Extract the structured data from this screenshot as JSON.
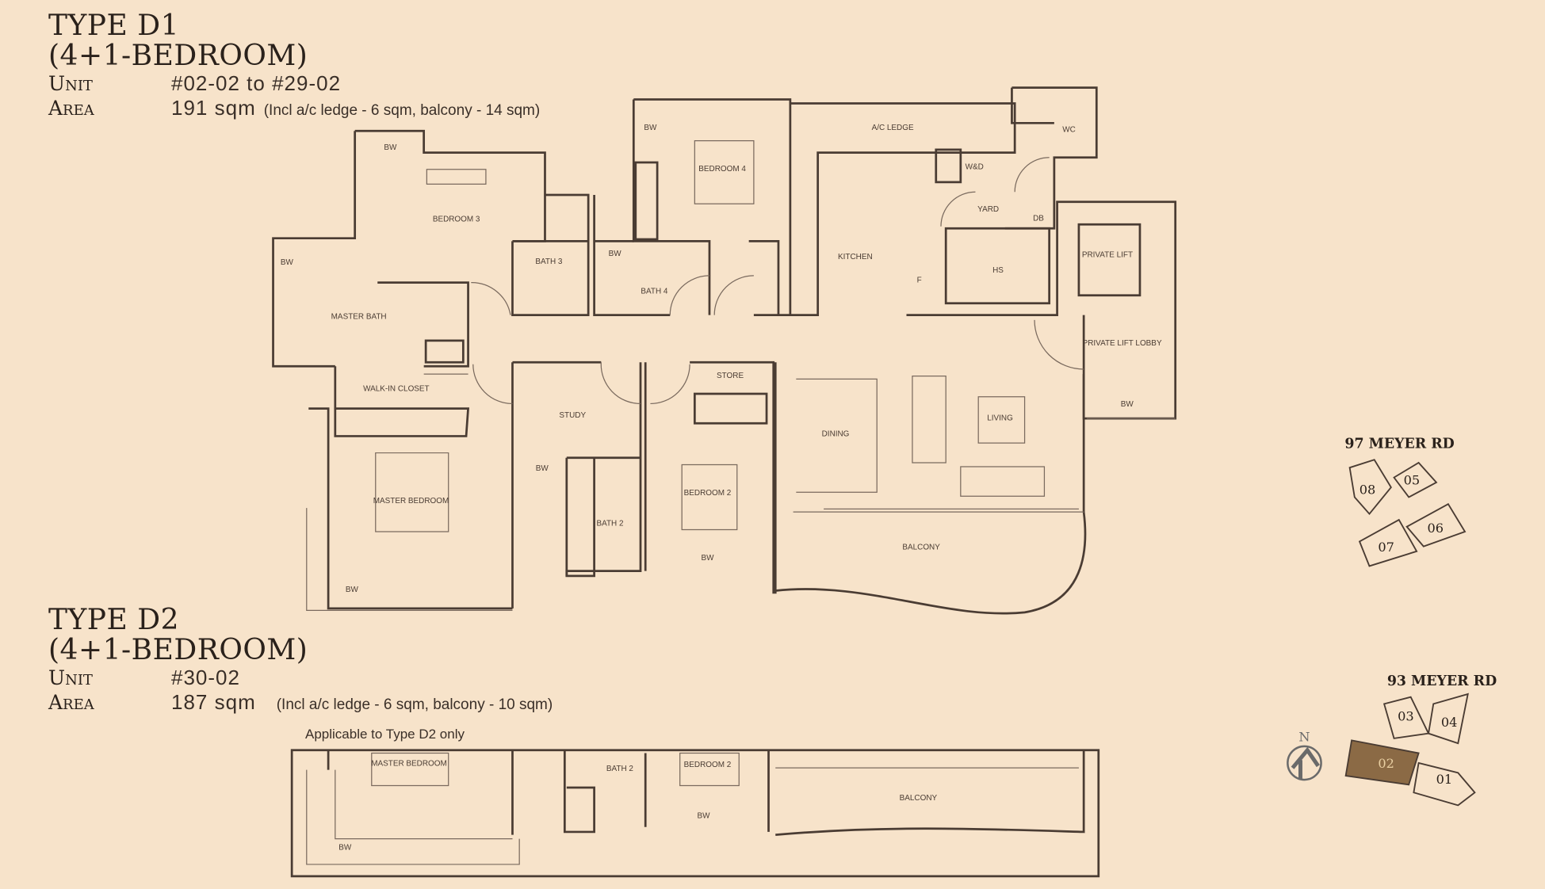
{
  "d1": {
    "title": "TYPE D1",
    "subtitle": "(4+1-BEDROOM)",
    "unit_label": "Unit",
    "unit_value": "#02-02 to #29-02",
    "area_label": "Area",
    "area_value": "191 sqm",
    "area_note": "(Incl a/c ledge - 6 sqm, balcony - 14 sqm)"
  },
  "d2": {
    "title": "TYPE D2",
    "subtitle": "(4+1-BEDROOM)",
    "unit_label": "Unit",
    "unit_value": "#30-02",
    "area_label": "Area",
    "area_value": "187 sqm",
    "area_note": "(Incl a/c ledge - 6 sqm, balcony - 10 sqm)",
    "applicable_note": "Applicable to Type D2 only"
  },
  "plan": {
    "rooms": [
      "BW",
      "BEDROOM 3",
      "BATH 3",
      "BW",
      "MASTER BATH",
      "WALK-IN CLOSET",
      "MASTER BEDROOM",
      "BW",
      "STUDY",
      "BW",
      "BATH 2",
      "BEDROOM 2",
      "BW",
      "STORE",
      "BW",
      "BATH 4",
      "BW",
      "BEDROOM 4",
      "A/C LEDGE",
      "W&D",
      "WC",
      "YARD",
      "DB",
      "KITCHEN",
      "F",
      "HS",
      "PRIVATE LIFT",
      "PRIVATE LIFT LOBBY",
      "BW",
      "DINING",
      "LIVING",
      "BALCONY"
    ]
  },
  "d2_plan": {
    "rooms": [
      "MASTER BEDROOM",
      "BW",
      "BATH 2",
      "BEDROOM 2",
      "BW",
      "BALCONY"
    ]
  },
  "keyplan": {
    "road_97": "97 MEYER RD",
    "road_93": "93 MEYER RD",
    "units_97": [
      "08",
      "05",
      "07",
      "06"
    ],
    "units_93": [
      "03",
      "04",
      "02",
      "01"
    ],
    "north": "N",
    "highlight_color": "#8b6a45"
  }
}
